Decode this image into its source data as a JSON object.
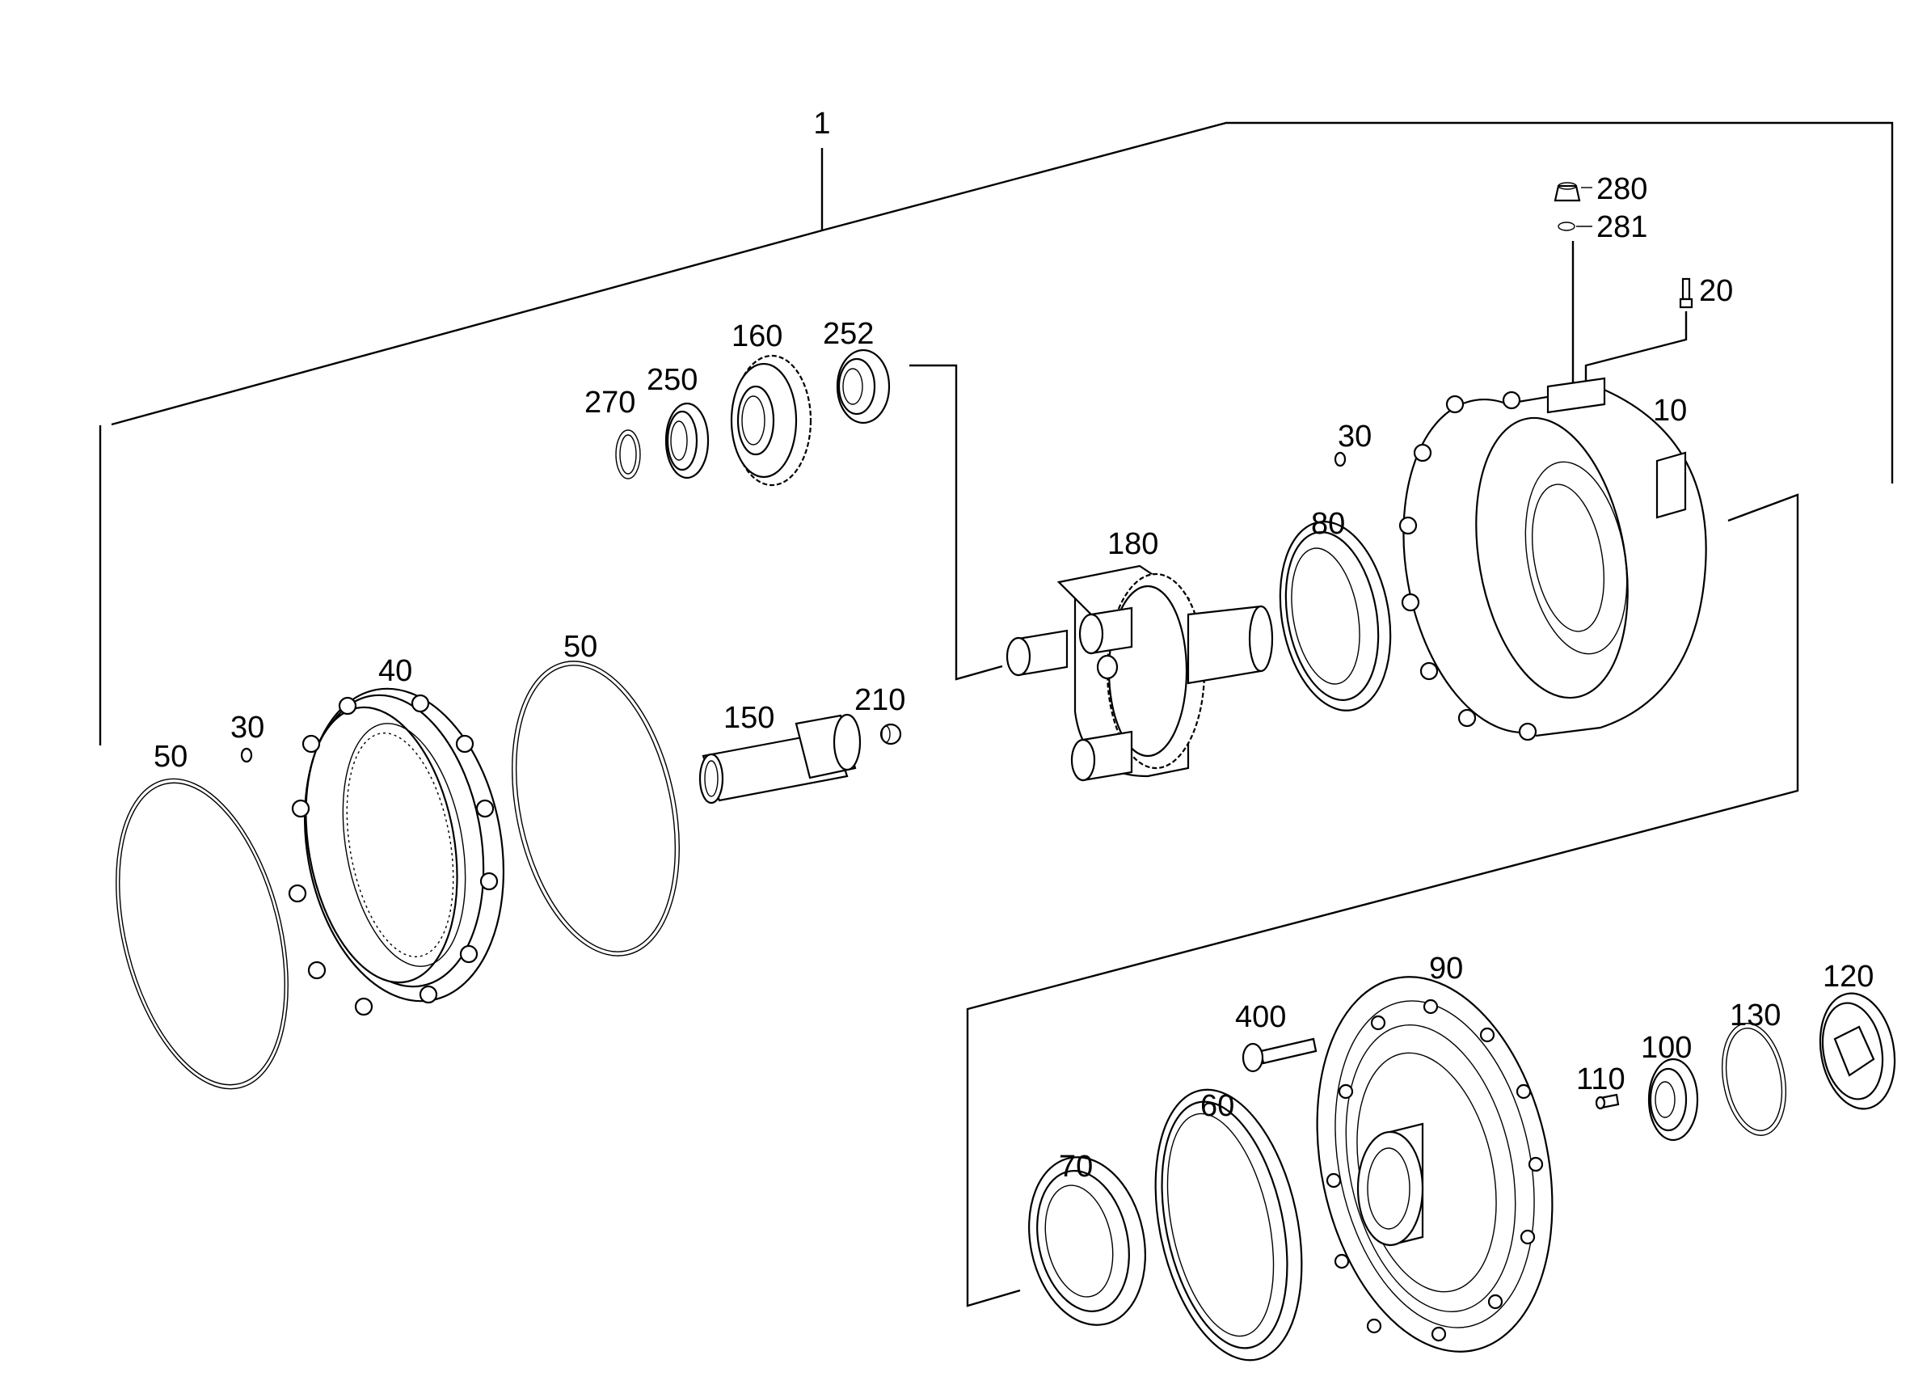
{
  "diagram": {
    "labels": {
      "l1": "1",
      "l10": "10",
      "l20": "20",
      "l30a": "30",
      "l30b": "30",
      "l40": "40",
      "l50a": "50",
      "l50b": "50",
      "l60": "60",
      "l70": "70",
      "l80": "80",
      "l90": "90",
      "l100": "100",
      "l110": "110",
      "l120": "120",
      "l130": "130",
      "l150": "150",
      "l160": "160",
      "l180": "180",
      "l210": "210",
      "l250": "250",
      "l252": "252",
      "l270": "270",
      "l280": "280",
      "l281": "281",
      "l400": "400"
    }
  }
}
